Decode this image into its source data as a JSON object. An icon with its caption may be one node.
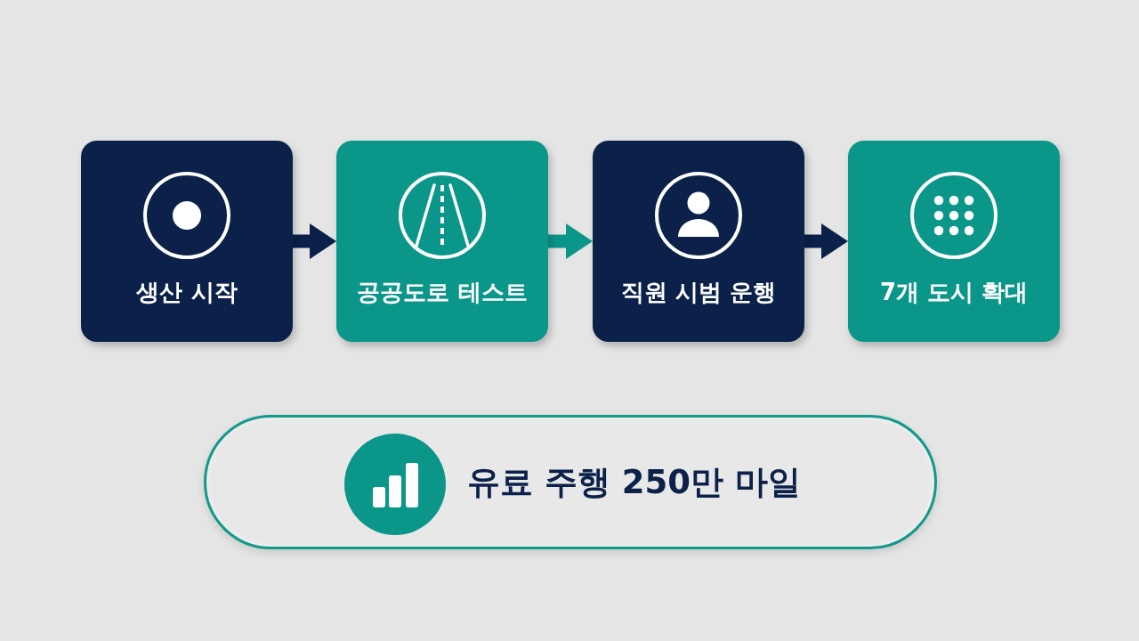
{
  "diagram": {
    "nodes": [
      {
        "text": [
          "생산 시작"
        ]
      },
      {
        "text": [
          "공공도로 테스트"
        ]
      },
      {
        "text": [
          "직원 시범 운행"
        ]
      },
      {
        "text": [
          "7개 도시 확대"
        ]
      },
      {
        "text": [
          "유료 주행 250만 마일"
        ]
      }
    ],
    "edges": [
      {
        "from": 0,
        "to": 1,
        "arrow": "to"
      },
      {
        "from": 1,
        "to": 2,
        "arrow": "to",
        "color": "#0b968a"
      },
      {
        "from": 2,
        "to": 3,
        "arrow": "to"
      }
    ]
  }
}
